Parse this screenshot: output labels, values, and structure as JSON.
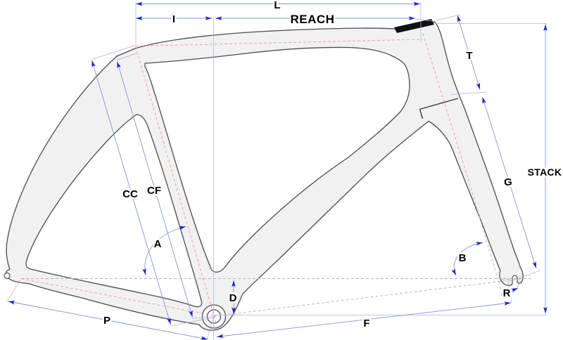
{
  "diagram": {
    "type": "bike-frame-geometry",
    "labels": {
      "top_tube_horizontal": "L",
      "seat_offset": "I",
      "reach": "REACH",
      "head_tube_length": "T",
      "stack": "STACK",
      "fork_length": "G",
      "seat_tube_center_center": "CC",
      "seat_tube_center_front": "CF",
      "seat_tube_angle": "A",
      "head_tube_angle": "B",
      "bb_drop": "D",
      "chainstay_length": "P",
      "front_center": "F",
      "fork_rake": "R"
    },
    "colors": {
      "dimension_line": "#8a92d4",
      "arrowhead": "#2222cc",
      "tube_centerline": "#f09a9a",
      "reference_line": "#b3b3b3",
      "frame_fill": "#f1f1f1",
      "frame_outline": "#4d4d4d",
      "spacer": "#111111",
      "label_text": "#000000"
    }
  }
}
